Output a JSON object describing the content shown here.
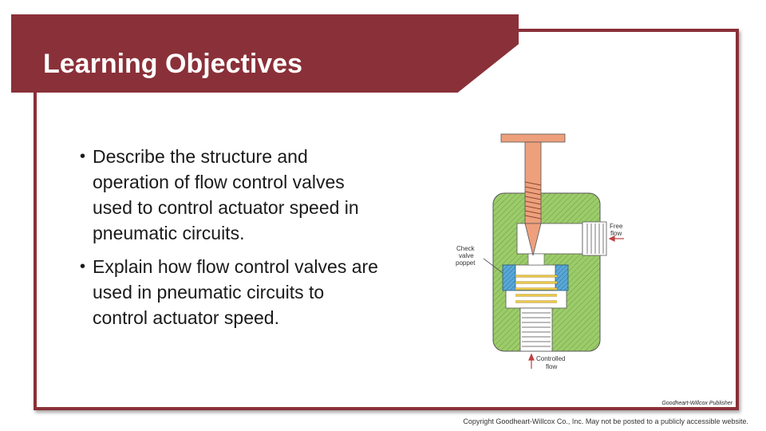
{
  "title": "Learning Objectives",
  "bullets": [
    {
      "text": "Describe the structure and operation of flow control valves used to control actuator speed in pneumatic circuits."
    },
    {
      "text": "Explain how flow control valves are used in pneumatic circuits to control actuator speed."
    }
  ],
  "figure": {
    "labels": {
      "check_1": "Check",
      "check_2": "valve",
      "check_3": "poppet",
      "free_1": "Free",
      "free_2": "flow",
      "controlled_1": "Controlled",
      "controlled_2": "flow"
    },
    "colors": {
      "body": "#9ccc6a",
      "needle": "#eea07c",
      "seat": "#5aa8d8",
      "spring": "#e8c84a"
    }
  },
  "credit": "Goodheart-Willcox Publisher",
  "copyright": "Copyright Goodheart-Willcox Co., Inc. May not be posted to a publicly accessible website.",
  "theme": {
    "accent": "#8a3038"
  }
}
